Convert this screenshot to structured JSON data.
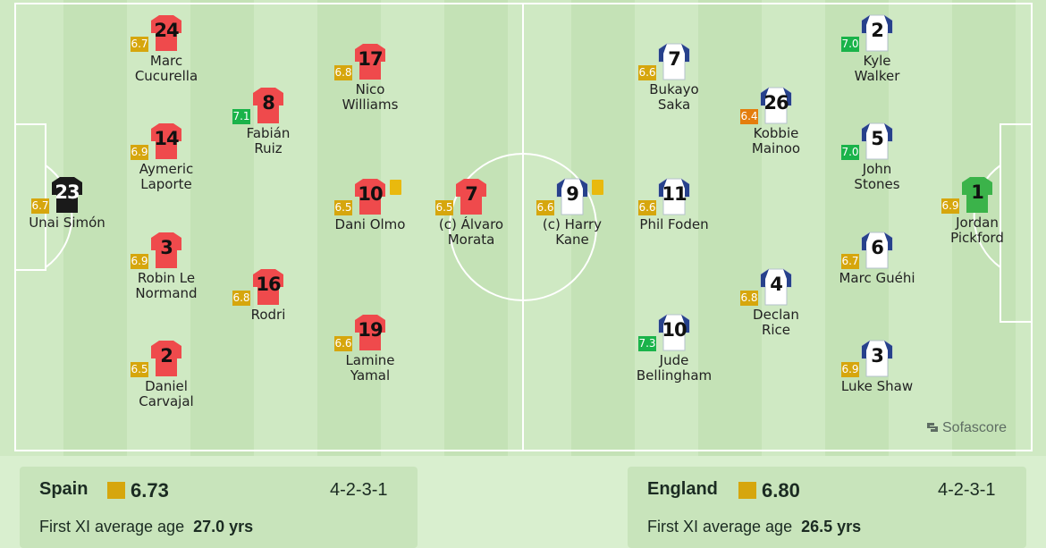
{
  "colors": {
    "spain_shirt": "#ef4a4c",
    "spain_gk_shirt": "#1a1a1a",
    "england_shirt": "#ffffff",
    "england_sleeve": "#27418c",
    "england_gk_shirt": "#3bb34a",
    "rating_green": "#1ab34a",
    "rating_yellow": "#d6a60d",
    "rating_orange": "#e47d0d",
    "card_yellow": "#e9b90e"
  },
  "spain": {
    "team": "Spain",
    "avg_rating": "6.73",
    "formation": "4-2-3-1",
    "age_label": "First XI average age",
    "age_value": "27.0 yrs",
    "players": [
      {
        "number": "23",
        "name": "Unai Simón",
        "rating": "6.7"
      },
      {
        "number": "24",
        "name": "Marc\nCucurella",
        "rating": "6.7"
      },
      {
        "number": "14",
        "name": "Aymeric\nLaporte",
        "rating": "6.9"
      },
      {
        "number": "3",
        "name": "Robin Le\nNormand",
        "rating": "6.9"
      },
      {
        "number": "2",
        "name": "Daniel\nCarvajal",
        "rating": "6.5"
      },
      {
        "number": "8",
        "name": "Fabián\nRuiz",
        "rating": "7.1"
      },
      {
        "number": "16",
        "name": "Rodri",
        "rating": "6.8"
      },
      {
        "number": "17",
        "name": "Nico\nWilliams",
        "rating": "6.8"
      },
      {
        "number": "10",
        "name": "Dani Olmo",
        "rating": "6.5"
      },
      {
        "number": "19",
        "name": "Lamine\nYamal",
        "rating": "6.6"
      },
      {
        "number": "7",
        "name": "(c) Álvaro\nMorata",
        "rating": "6.5"
      }
    ]
  },
  "england": {
    "team": "England",
    "avg_rating": "6.80",
    "formation": "4-2-3-1",
    "age_label": "First XI average age",
    "age_value": "26.5 yrs",
    "players": [
      {
        "number": "9",
        "name": "(c) Harry\nKane",
        "rating": "6.6"
      },
      {
        "number": "7",
        "name": "Bukayo\nSaka",
        "rating": "6.6"
      },
      {
        "number": "11",
        "name": "Phil Foden",
        "rating": "6.6"
      },
      {
        "number": "10",
        "name": "Jude\nBellingham",
        "rating": "7.3"
      },
      {
        "number": "26",
        "name": "Kobbie\nMainoo",
        "rating": "6.4"
      },
      {
        "number": "4",
        "name": "Declan\nRice",
        "rating": "6.8"
      },
      {
        "number": "2",
        "name": "Kyle\nWalker",
        "rating": "7.0"
      },
      {
        "number": "5",
        "name": "John\nStones",
        "rating": "7.0"
      },
      {
        "number": "6",
        "name": "Marc Guéhi",
        "rating": "6.7"
      },
      {
        "number": "3",
        "name": "Luke Shaw",
        "rating": "6.9"
      },
      {
        "number": "1",
        "name": "Jordan\nPickford",
        "rating": "6.9"
      }
    ]
  },
  "brand": "Sofascore"
}
